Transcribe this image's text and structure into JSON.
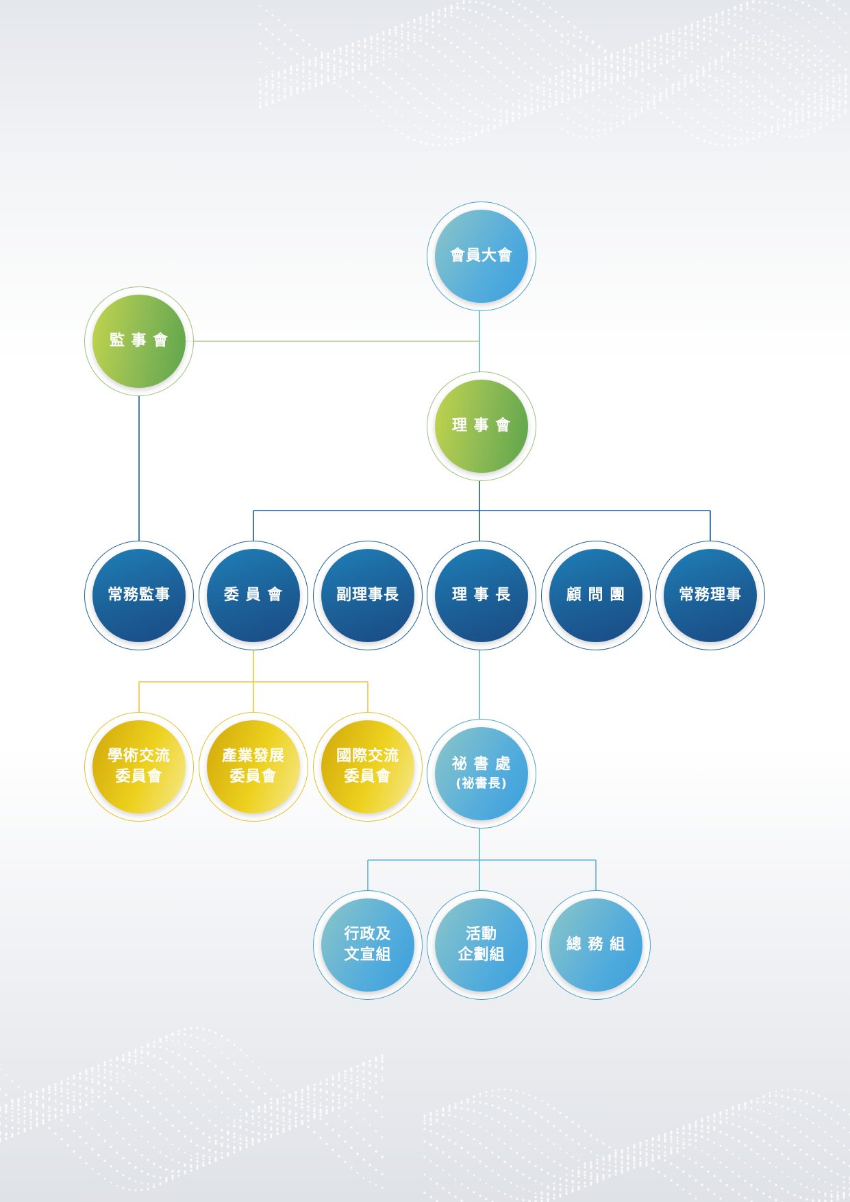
{
  "colors": {
    "green": "#8fbb55",
    "blue": "#1c5f97",
    "teal": "#55addc",
    "gold": "#edd11e",
    "line_green": "#a9cc8a",
    "line_blue": "#1e5a92",
    "line_gold": "#f0c23a",
    "line_teal": "#5fb0d8"
  },
  "nodes": {
    "general_assembly": {
      "l1": "會員大會"
    },
    "supervisors": {
      "l1": "監 事 會"
    },
    "board": {
      "l1": "理 事 會"
    },
    "standing_supervisor": {
      "l1": "常務監事"
    },
    "committees": {
      "l1": "委 員 會"
    },
    "vice_chair": {
      "l1": "副理事長"
    },
    "chair": {
      "l1": "理 事 長"
    },
    "advisors": {
      "l1": "顧 問 團"
    },
    "standing_director": {
      "l1": "常務理事"
    },
    "academic": {
      "l1": "學術交流",
      "l2": "委員會"
    },
    "industry": {
      "l1": "產業發展",
      "l2": "委員會"
    },
    "international": {
      "l1": "國際交流",
      "l2": "委員會"
    },
    "secretariat": {
      "l1": "祕 書 處",
      "l2": "(祕書長)"
    },
    "admin": {
      "l1": "行政及",
      "l2": "文宣組"
    },
    "events": {
      "l1": "活動",
      "l2": "企劃組"
    },
    "general_affairs": {
      "l1": "總 務 組"
    }
  }
}
